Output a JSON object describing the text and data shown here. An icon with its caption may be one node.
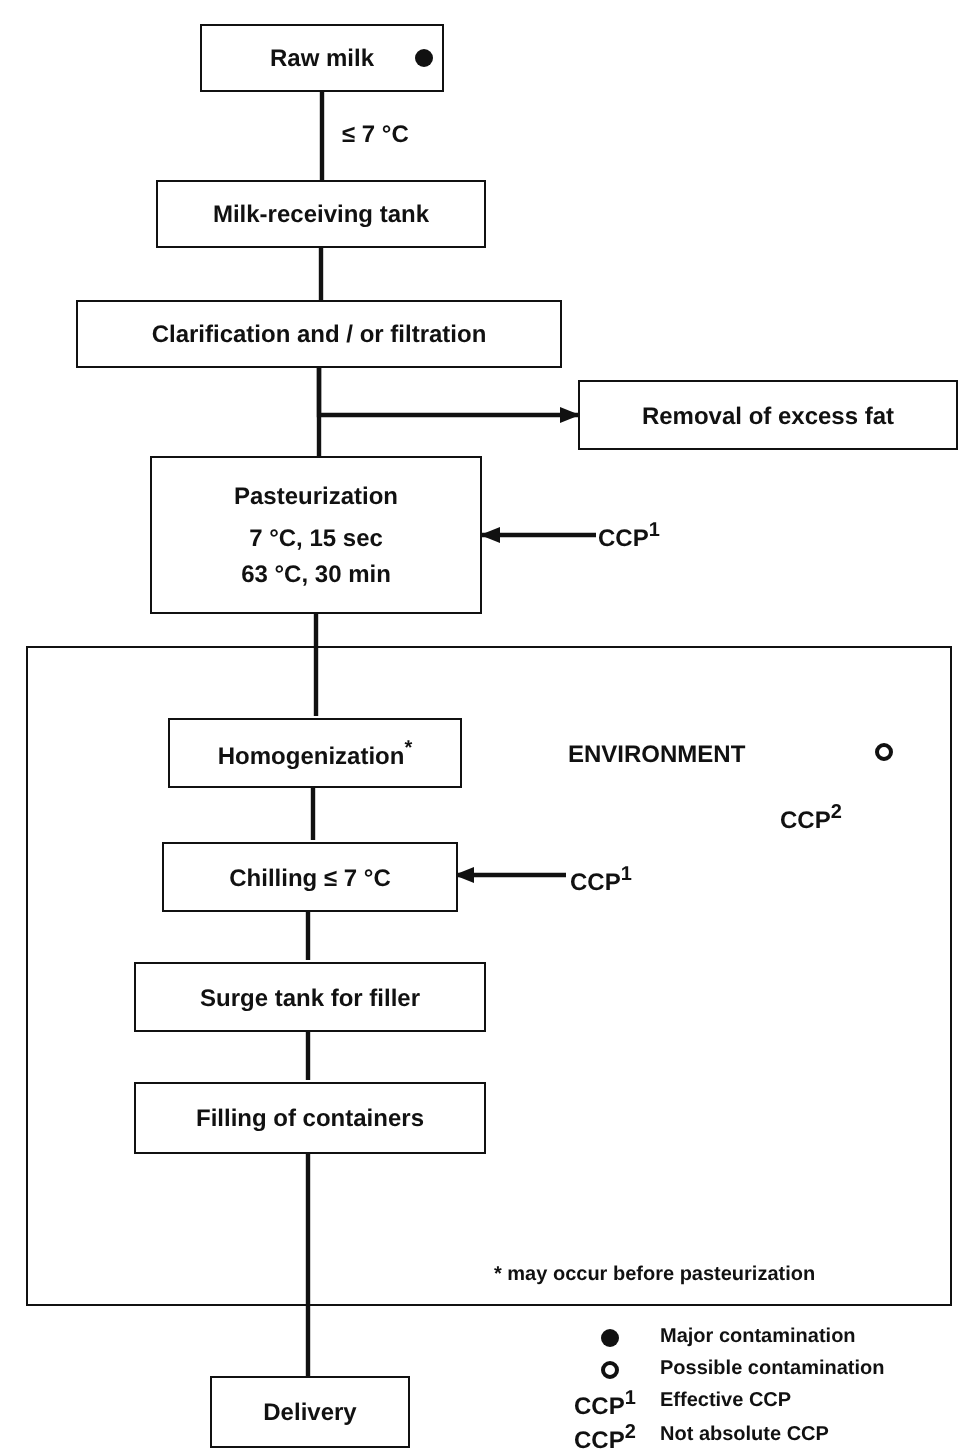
{
  "diagram": {
    "nodes": [
      {
        "text": [
          "Raw milk"
        ]
      },
      {
        "text": [
          "Milk-receiving tank"
        ]
      },
      {
        "text": [
          "Clarification and / or filtration"
        ]
      },
      {
        "text": [
          "Removal of excess fat"
        ]
      },
      {
        "text": [
          "Pasteurization",
          "7 °C, 15 sec",
          "63 °C, 30 min"
        ]
      },
      {
        "text": [
          "CCP$^{1}$"
        ]
      },
      {
        "text": [
          "ENVIRONMENT",
          "CCP$^{2}$"
        ]
      },
      {
        "text": [
          "Homogenization$^{*}$"
        ],
        "in": 6
      },
      {
        "text": [
          "Chilling ≤ 7 °C"
        ],
        "in": 6
      },
      {
        "text": [
          "CCP$^{1}$"
        ],
        "in": 6
      },
      {
        "text": [
          "Surge tank for filler"
        ],
        "in": 6
      },
      {
        "text": [
          "Filling of containers"
        ],
        "in": 6
      },
      {
        "text": [
          "Delivery"
        ]
      }
    ],
    "edges": [
      {
        "from": 0,
        "to": 1,
        "arrow": "none",
        "label": "≤ 7 °C"
      },
      {
        "from": 1,
        "to": 2,
        "arrow": "none"
      },
      {
        "from": 2,
        "to": 4,
        "arrow": "none"
      },
      {
        "from": 2,
        "to": 3,
        "arrow": "to"
      },
      {
        "from": 5,
        "to": 4,
        "arrow": "to"
      },
      {
        "from": 4,
        "to": 7,
        "arrow": "none"
      },
      {
        "from": 7,
        "to": 8,
        "arrow": "none"
      },
      {
        "from": 9,
        "to": 8,
        "arrow": "to"
      },
      {
        "from": 8,
        "to": 10,
        "arrow": "none"
      },
      {
        "from": 10,
        "to": 11,
        "arrow": "none"
      },
      {
        "from": 11,
        "to": 12,
        "arrow": "none"
      }
    ],
    "labels": [
      "* may occur before pasteurization",
      "CCP$^{1}$",
      "Effective CCP",
      "CCP$^{2}$",
      "Not absolute CCP"
    ],
    "legend": [
      {
        "text": "Major contamination"
      },
      {
        "text": "Possible contamination"
      }
    ]
  }
}
